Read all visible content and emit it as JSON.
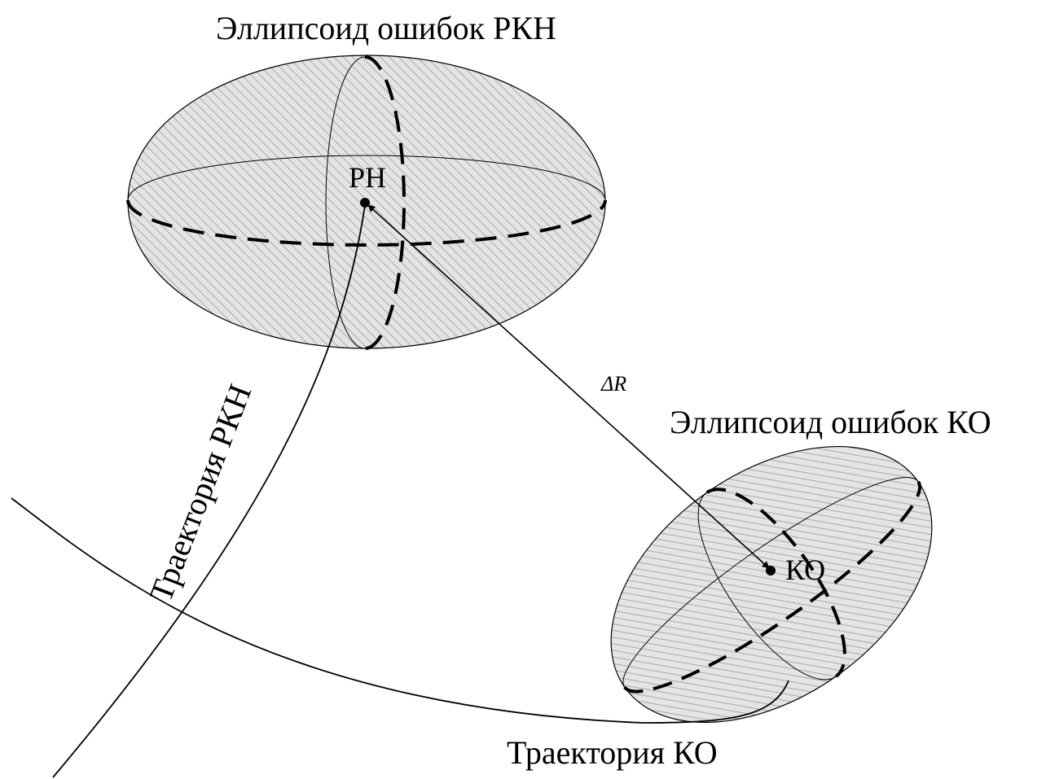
{
  "diagram": {
    "title_rkn_ellipsoid": "Эллипсоид ошибок РКН",
    "title_ko_ellipsoid": "Эллипсоид ошибок КО",
    "label_rn": "РН",
    "label_ko": "КО",
    "label_delta_r": "ΔR",
    "label_trajectory_rkn": "Траектория РКН",
    "label_trajectory_ko": "Траектория КО",
    "colors": {
      "stroke": "#000000",
      "hatch": "#9a9a9a",
      "fill": "#e4e4e4",
      "background": "#ffffff"
    }
  }
}
